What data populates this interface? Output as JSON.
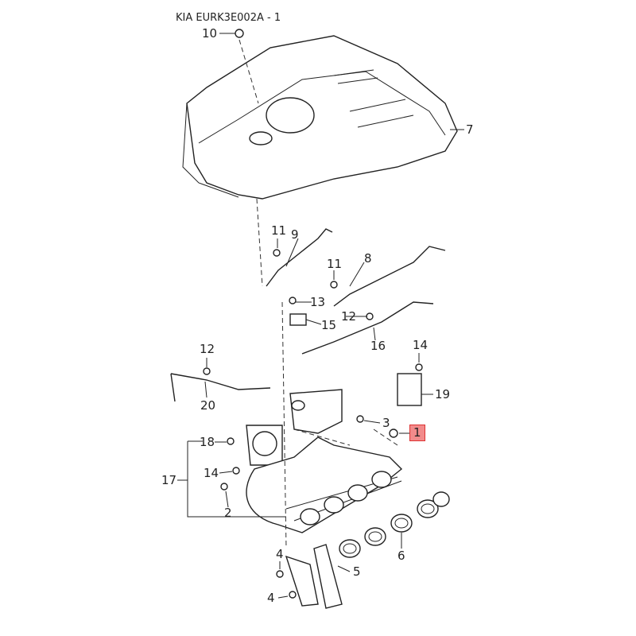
{
  "title": "KIA EURK3E002A - 1",
  "callouts": [
    {
      "id": "10",
      "highlighted": false
    },
    {
      "id": "7",
      "highlighted": false
    },
    {
      "id": "11",
      "highlighted": false
    },
    {
      "id": "9",
      "highlighted": false
    },
    {
      "id": "8",
      "highlighted": false
    },
    {
      "id": "11",
      "highlighted": false
    },
    {
      "id": "13",
      "highlighted": false
    },
    {
      "id": "12",
      "highlighted": false
    },
    {
      "id": "15",
      "highlighted": false
    },
    {
      "id": "16",
      "highlighted": false
    },
    {
      "id": "14",
      "highlighted": false
    },
    {
      "id": "12",
      "highlighted": false
    },
    {
      "id": "19",
      "highlighted": false
    },
    {
      "id": "20",
      "highlighted": false
    },
    {
      "id": "3",
      "highlighted": false
    },
    {
      "id": "1",
      "highlighted": true
    },
    {
      "id": "18",
      "highlighted": false
    },
    {
      "id": "17",
      "highlighted": false
    },
    {
      "id": "14",
      "highlighted": false
    },
    {
      "id": "2",
      "highlighted": false
    },
    {
      "id": "6",
      "highlighted": false
    },
    {
      "id": "4",
      "highlighted": false
    },
    {
      "id": "5",
      "highlighted": false
    },
    {
      "id": "4",
      "highlighted": false
    }
  ],
  "colors": {
    "highlight": "#f28b8b",
    "line": "#222222"
  }
}
